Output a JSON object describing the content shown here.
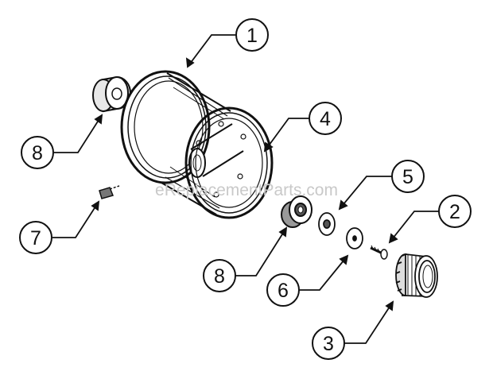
{
  "watermark": "eReplacementParts.com",
  "callouts": [
    {
      "id": "c1",
      "label": "1",
      "part": "wheel-rim"
    },
    {
      "id": "c8a",
      "label": "8",
      "part": "bearing"
    },
    {
      "id": "c4",
      "label": "4",
      "part": "tire-seal-ring"
    },
    {
      "id": "c5",
      "label": "5",
      "part": "spacer-washer"
    },
    {
      "id": "c2",
      "label": "2",
      "part": "screw"
    },
    {
      "id": "c7",
      "label": "7",
      "part": "valve-stem"
    },
    {
      "id": "c8b",
      "label": "8",
      "part": "bearing"
    },
    {
      "id": "c6",
      "label": "6",
      "part": "flat-washer"
    },
    {
      "id": "c3",
      "label": "3",
      "part": "sprocket-hub"
    }
  ]
}
